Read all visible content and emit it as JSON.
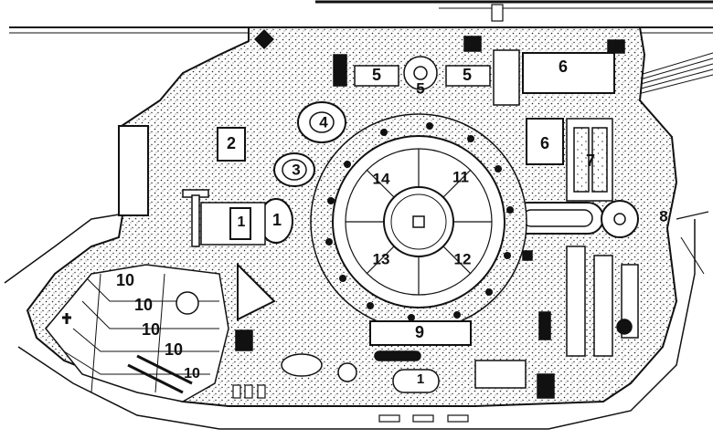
{
  "map": {
    "labels": [
      "1",
      "1",
      "2",
      "3",
      "4",
      "5",
      "5",
      "5",
      "6",
      "6",
      "7",
      "8",
      "9",
      "10",
      "10",
      "10",
      "10",
      "10",
      "11",
      "12",
      "13",
      "14",
      "1"
    ]
  }
}
